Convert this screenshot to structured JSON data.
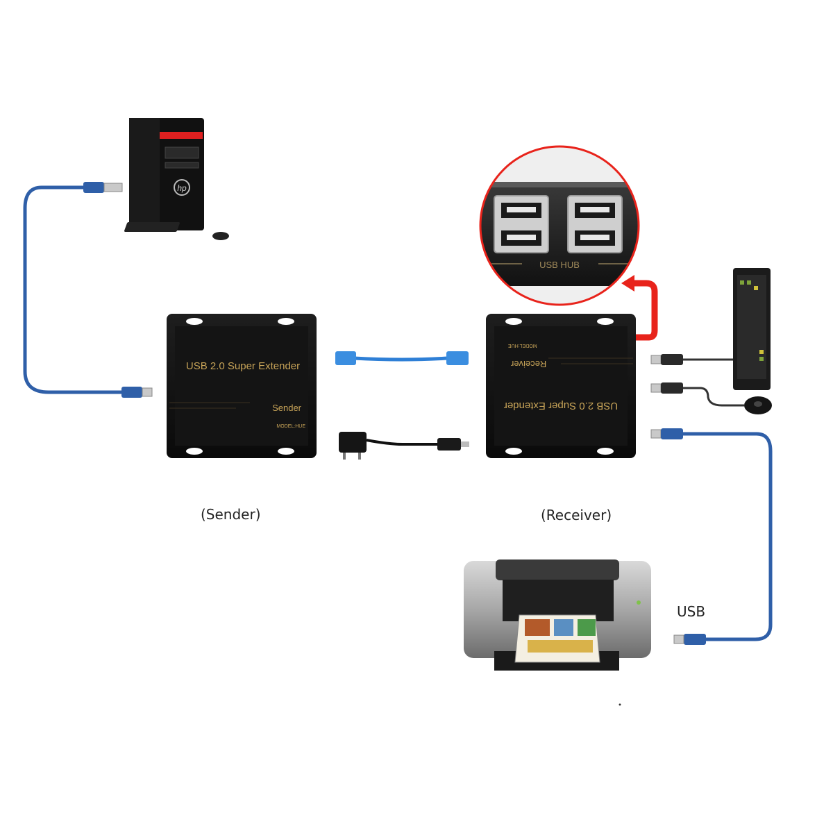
{
  "sender": {
    "title": "USB 2.0 Super Extender",
    "role_label": "Sender",
    "model_label": "MODEL:HUE",
    "caption": "(Sender)"
  },
  "receiver": {
    "title": "USB 2.0 Super Extender",
    "role_label": "Receiver",
    "model_label": "MODEL:HUE",
    "caption": "(Receiver)"
  },
  "hub_zoom": {
    "label": "USB HUB"
  },
  "computer": {
    "brand": "hp"
  },
  "printer_link": {
    "label": "USB"
  },
  "colors": {
    "usb_cable": "#2f5fa8",
    "ethernet_cable": "#2e7fd6",
    "highlight": "#e8231b",
    "device_body": "#121212",
    "device_text": "#c8a458"
  }
}
